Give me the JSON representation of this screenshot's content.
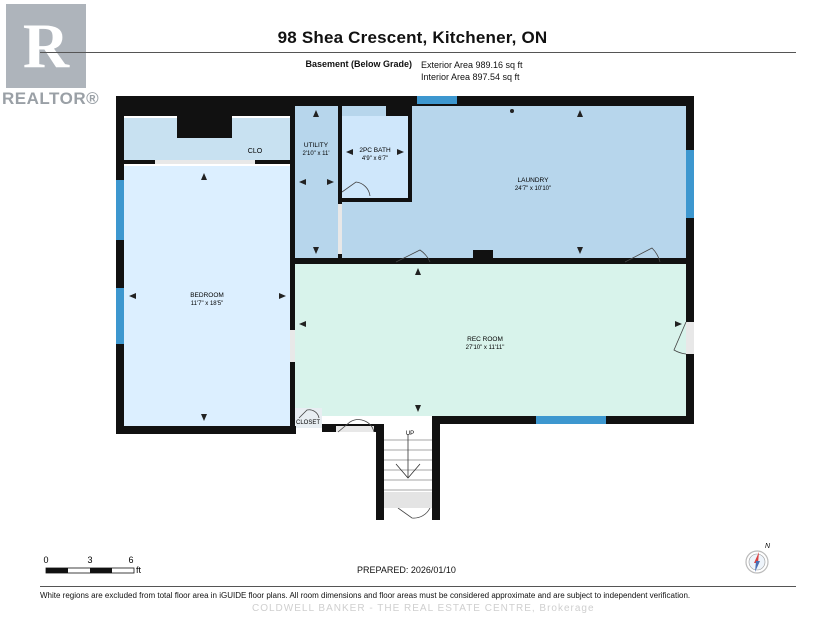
{
  "header": {
    "logo_letter": "R",
    "logo_text": "REALTOR®",
    "title": "98 Shea Crescent, Kitchener, ON",
    "floor_label": "Basement (Below Grade)",
    "exterior_area": "Exterior Area 989.16 sq ft",
    "interior_area": "Interior Area 897.54 sq ft"
  },
  "rooms": {
    "clo": {
      "name": "CLO"
    },
    "utility": {
      "name": "UTILITY",
      "dims": "2'10\" x 11'"
    },
    "bath": {
      "name": "2PC BATH",
      "dims": "4'9\" x 6'7\""
    },
    "laundry": {
      "name": "LAUNDRY",
      "dims": "24'7\" x 10'10\""
    },
    "bedroom": {
      "name": "BEDROOM",
      "dims": "11'7\" x 18'5\""
    },
    "rec_room": {
      "name": "REC ROOM",
      "dims": "27'10\" x 11'11\""
    },
    "closet": {
      "name": "CLOSET"
    },
    "stairs": {
      "label": "UP"
    }
  },
  "scale": {
    "labels": [
      "0",
      "3",
      "6"
    ],
    "unit": "ft"
  },
  "compass": {
    "label": "N"
  },
  "prepared": "PREPARED: 2026/01/10",
  "footnote": "White regions are excluded from total floor area in iGUIDE floor plans. All room dimensions and floor areas must be considered approximate and are subject to independent verification.",
  "watermark": "COLDWELL BANKER - THE REAL ESTATE CENTRE, Brokerage",
  "colors": {
    "wall": "#111111",
    "bedroom": "#dcefff",
    "rec_room": "#d8f3eb",
    "laundry": "#b7d6ec",
    "utility": "#b7d6ec",
    "bath": "#cfe7fb",
    "clo": "#c8e1f1",
    "window": "#3d97cf"
  }
}
